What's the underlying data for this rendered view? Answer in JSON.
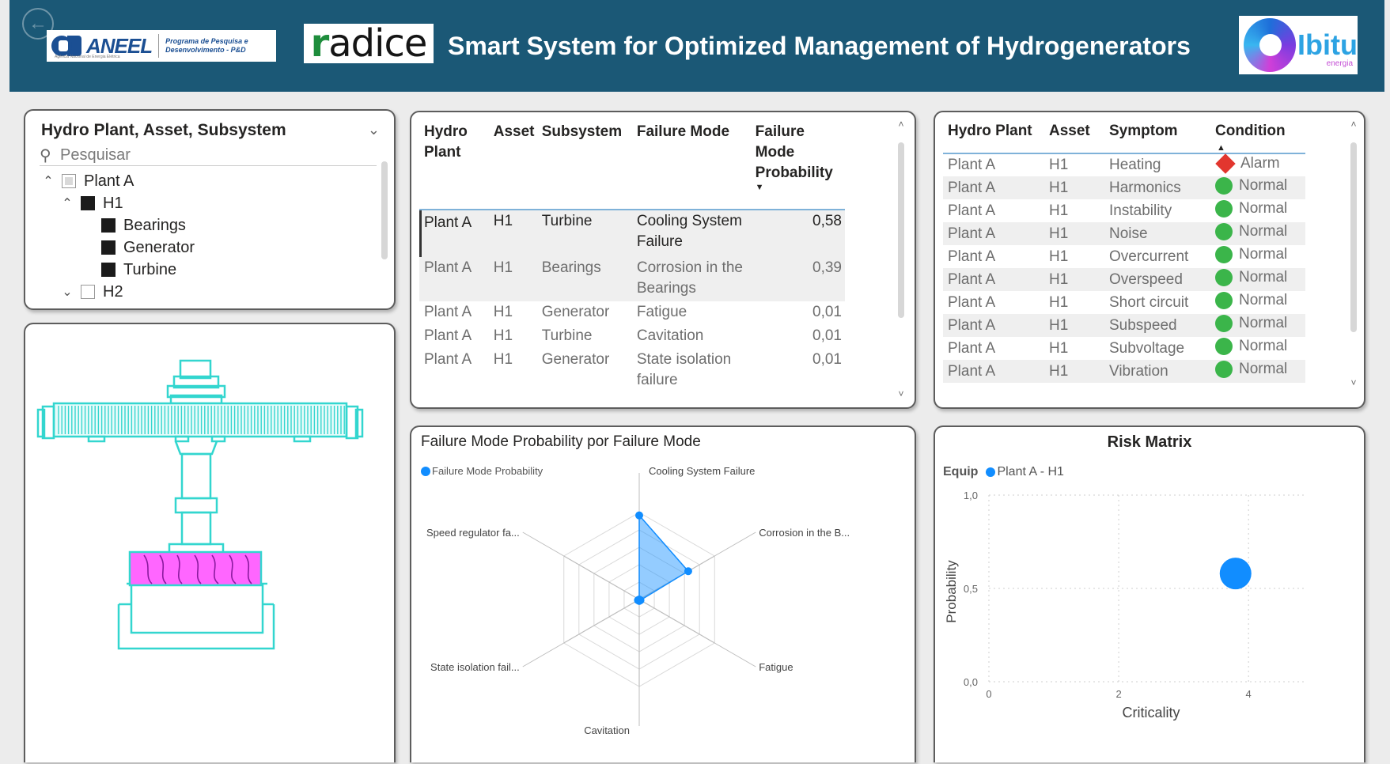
{
  "header": {
    "title": "Smart System for Optimized Management of Hydrogenerators",
    "back_icon": "←",
    "aneel": {
      "name": "ANEEL",
      "program": "Programa de Pesquisa e Desenvolvimento - P&D",
      "tagline": "Agência Nacional de Energia Elétrica"
    },
    "radice": {
      "name": "radice"
    },
    "ibitu": {
      "name": "Ibitu",
      "sub": "energia"
    }
  },
  "slicer": {
    "title": "Hydro Plant, Asset, Subsystem",
    "search_placeholder": "Pesquisar",
    "tree": [
      {
        "label": "Plant A",
        "level": 0,
        "toggle": "^",
        "check": "partial"
      },
      {
        "label": "H1",
        "level": 1,
        "toggle": "^",
        "check": "filled"
      },
      {
        "label": "Bearings",
        "level": 2,
        "check": "filled"
      },
      {
        "label": "Generator",
        "level": 2,
        "check": "filled"
      },
      {
        "label": "Turbine",
        "level": 2,
        "check": "filled"
      },
      {
        "label": "H2",
        "level": 1,
        "toggle": "v",
        "check": "empty"
      }
    ]
  },
  "failure_table": {
    "columns": [
      "Hydro Plant",
      "Asset",
      "Subsystem",
      "Failure Mode",
      "Failure Mode Probability"
    ],
    "rows": [
      {
        "plant": "Plant A",
        "asset": "H1",
        "subsystem": "Turbine",
        "failure_mode": "Cooling System Failure",
        "probability": "0,58",
        "selected": true
      },
      {
        "plant": "Plant A",
        "asset": "H1",
        "subsystem": "Bearings",
        "failure_mode": "Corrosion in the Bearings",
        "probability": "0,39"
      },
      {
        "plant": "Plant A",
        "asset": "H1",
        "subsystem": "Generator",
        "failure_mode": "Fatigue",
        "probability": "0,01"
      },
      {
        "plant": "Plant A",
        "asset": "H1",
        "subsystem": "Turbine",
        "failure_mode": "Cavitation",
        "probability": "0,01"
      },
      {
        "plant": "Plant A",
        "asset": "H1",
        "subsystem": "Generator",
        "failure_mode": "State isolation failure",
        "probability": "0,01"
      }
    ]
  },
  "symptom_table": {
    "columns": [
      "Hydro Plant",
      "Asset",
      "Symptom",
      "Condition"
    ],
    "rows": [
      {
        "plant": "Plant A",
        "asset": "H1",
        "symptom": "Heating",
        "condition": "Alarm",
        "status": "alarm"
      },
      {
        "plant": "Plant A",
        "asset": "H1",
        "symptom": "Harmonics",
        "condition": "Normal",
        "status": "normal"
      },
      {
        "plant": "Plant A",
        "asset": "H1",
        "symptom": "Instability",
        "condition": "Normal",
        "status": "normal"
      },
      {
        "plant": "Plant A",
        "asset": "H1",
        "symptom": "Noise",
        "condition": "Normal",
        "status": "normal"
      },
      {
        "plant": "Plant A",
        "asset": "H1",
        "symptom": "Overcurrent",
        "condition": "Normal",
        "status": "normal"
      },
      {
        "plant": "Plant A",
        "asset": "H1",
        "symptom": "Overspeed",
        "condition": "Normal",
        "status": "normal"
      },
      {
        "plant": "Plant A",
        "asset": "H1",
        "symptom": "Short circuit",
        "condition": "Normal",
        "status": "normal"
      },
      {
        "plant": "Plant A",
        "asset": "H1",
        "symptom": "Subspeed",
        "condition": "Normal",
        "status": "normal"
      },
      {
        "plant": "Plant A",
        "asset": "H1",
        "symptom": "Subvoltage",
        "condition": "Normal",
        "status": "normal"
      },
      {
        "plant": "Plant A",
        "asset": "H1",
        "symptom": "Vibration",
        "condition": "Normal",
        "status": "normal"
      }
    ]
  },
  "colors": {
    "accent": "#118dff",
    "header_bg": "#1b5876",
    "normal": "#3bb54a",
    "alarm": "#e2362e",
    "drawing_outline": "#33d6cf",
    "drawing_highlight": "#ff66ff"
  },
  "chart_data": [
    {
      "type": "radar",
      "title": "Failure Mode Probability por Failure Mode",
      "legend": [
        "Failure Mode Probability"
      ],
      "categories": [
        "Cooling System Failure",
        "Corrosion in the Bearings",
        "Fatigue",
        "Cavitation",
        "State isolation failure",
        "Speed regulator failure"
      ],
      "axis_labels": [
        "Cooling System Failure",
        "Corrosion in the B...",
        "Fatigue",
        "Cavitation",
        "State isolation fail...",
        "Speed regulator fa..."
      ],
      "series": [
        {
          "name": "Failure Mode Probability",
          "values": [
            0.58,
            0.39,
            0.01,
            0.01,
            0.01,
            0.0
          ]
        }
      ],
      "rmax": 0.6,
      "grid": true,
      "legend_position": "top-left"
    },
    {
      "type": "scatter",
      "title": "Risk Matrix",
      "legend_title": "Equip",
      "legend": [
        "Plant A - H1"
      ],
      "series": [
        {
          "name": "Plant A - H1",
          "points": [
            {
              "x": 3.8,
              "y": 0.58
            }
          ]
        }
      ],
      "xlabel": "Criticality",
      "ylabel": "Probability",
      "xlim": [
        0,
        4.9
      ],
      "ylim": [
        0,
        1
      ],
      "xticks": [
        "0",
        "2",
        "4"
      ],
      "yticks": [
        "0,0",
        "0,5",
        "1,0"
      ],
      "grid": true,
      "legend_position": "top-left"
    }
  ]
}
